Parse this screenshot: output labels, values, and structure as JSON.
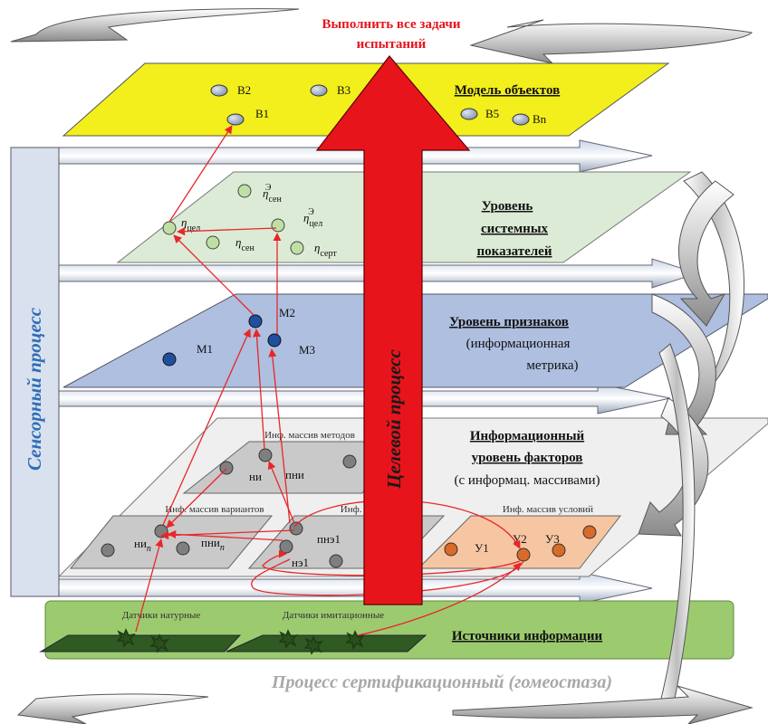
{
  "top_goal": {
    "line1": "Выполнить все задачи",
    "line2": "испытаний"
  },
  "objects_level": {
    "title": "Модель объектов",
    "nodes": [
      "B2",
      "B3",
      "B1",
      "B5",
      "Bn"
    ]
  },
  "system_level": {
    "title_lines": [
      "Уровень",
      "системных",
      "показателей"
    ],
    "nodes": {
      "sen_e": {
        "base": "η",
        "sub": "сен",
        "sup": "Э"
      },
      "cel_e": {
        "base": "η",
        "sub": "цел",
        "sup": "Э"
      },
      "cel": {
        "base": "η",
        "sub": "цел"
      },
      "sen": {
        "base": "η",
        "sub": "сен"
      },
      "sert": {
        "base": "η",
        "sub": "серт"
      }
    }
  },
  "feature_level": {
    "title": "Уровень признаков",
    "subtitle_lines": [
      "(информационная",
      "метрика)"
    ],
    "nodes": [
      "M2",
      "M1",
      "M3"
    ]
  },
  "factor_level": {
    "title_lines": [
      "Информационный",
      "уровень факторов"
    ],
    "subtitle": "(с информац. массивами)",
    "arrays": {
      "methods": "Инф. массив методов",
      "variants": "Инф. массив вариантов",
      "schema": "Инф. массив схема",
      "conditions": "Инф. массив условий"
    },
    "nodes": {
      "ni": "ни",
      "pni": "пни",
      "ni_n": {
        "base": "ни",
        "sub": "n"
      },
      "pni_n": {
        "base": "пни",
        "sub": "n"
      },
      "pne1": "пнэ1",
      "ne1": "нэ1",
      "u1": "У1",
      "u2": "У2",
      "u3": "У3"
    }
  },
  "sources_level": {
    "title": "Источники информации",
    "sensors_natural": "Датчики натурные",
    "sensors_imitation": "Датчики имитационные"
  },
  "processes": {
    "sensory": "Сенсорный процесс",
    "target": "Целевой процесс",
    "certification": "Процесс сертификационный (гомеостаза)"
  },
  "colors": {
    "objects_plane": "#f2ef1c",
    "system_plane": "#dcebd6",
    "feature_plane": "#aebfe0",
    "factor_plane": "#efefef",
    "sources_band": "#9ccb6f",
    "target_arrow": "#e8141c",
    "links": "#e8262a",
    "sensory_text": "#2f6db5",
    "conditions_plane": "#f6c6a2"
  }
}
